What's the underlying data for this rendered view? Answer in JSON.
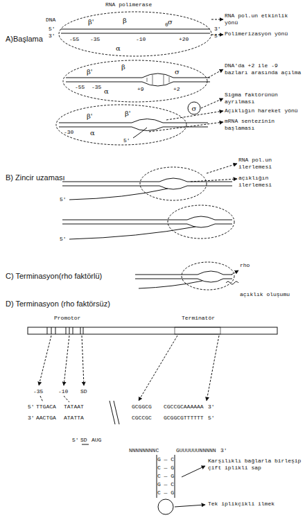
{
  "diagram": {
    "nodes": [
      {
        "text": [
          "RNA polimerase",
          "β'",
          "β",
          "σ",
          "α"
        ]
      },
      {
        "text": [
          "β'",
          "β",
          "σ",
          "α"
        ]
      },
      {
        "text": [
          "β'",
          "β'",
          "α"
        ]
      },
      {
        "text": [
          "σ"
        ]
      }
    ],
    "labels": [
      "A)Başlama",
      "5'",
      "DNA",
      "3'",
      "3'",
      "-55",
      "-35",
      "-10",
      "0",
      "+20",
      "5'",
      "RNA pol.un etkinlik yönü",
      "Polimerizasyon yönü",
      "-55",
      "-35",
      "+9",
      "+2",
      "DNA'da +2 ile -9 bazları arasında açılma",
      "-30",
      "5'",
      "Sigma faktörünün ayrılması",
      "Açıklığın hareket yönü",
      "mRNA sentezinin başlaması",
      "B) Zincir uzaması",
      "RNA pol.un ilerlemesi",
      "açıklığın ilerlemesi",
      "5'",
      "5'",
      "C) Terminasyon(rho faktörlü)",
      "rho",
      "açıklık oluşumu",
      "D) Terminasyon (rho faktörsüz)",
      "Promotor",
      "Terminatör",
      "-35",
      "-10",
      "SD",
      "5'",
      "TTGACA",
      "TATAAT",
      "3'",
      "AACTGA",
      "ATATTA",
      "GCGGCG",
      "CGCCGCAAAAAA",
      "3'",
      "CGCCGC",
      "GCGGCGTTTTTT",
      "5'",
      "5'",
      "SD",
      "AUG",
      "NNNNNNNNC",
      "GUUUUUUNNNNN",
      "3'",
      "G — C",
      "C — G",
      "C — G",
      "G — C",
      "C — G",
      "Karşılıklı bağlarla birleşip çift iplikli sap",
      "Tek iplikçikli ilmek"
    ]
  }
}
